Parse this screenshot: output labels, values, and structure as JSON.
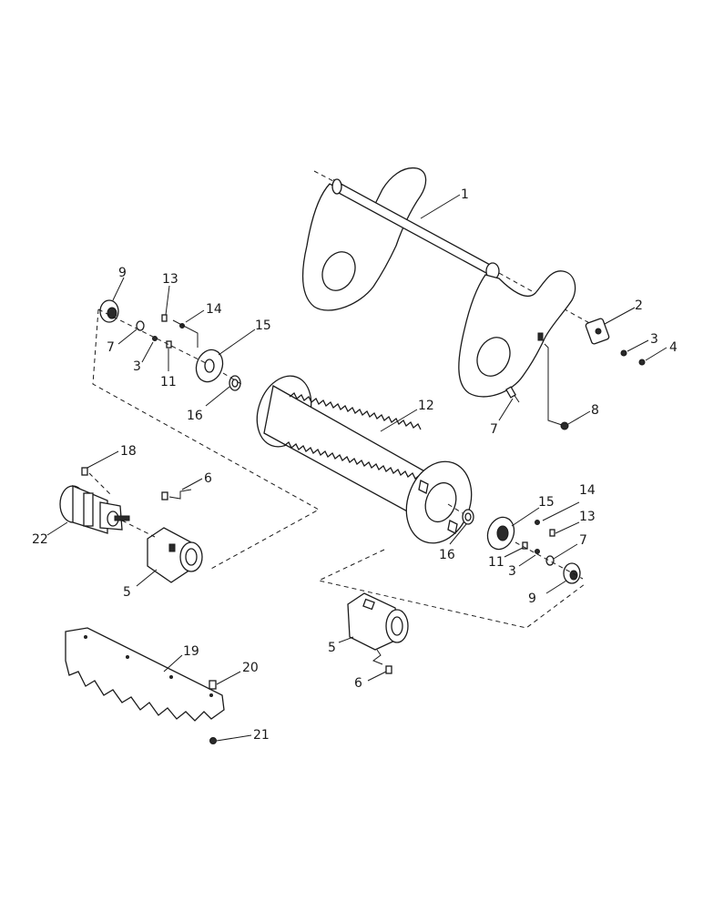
{
  "labels": {
    "p1": "1",
    "p2": "2",
    "p3a": "3",
    "p4": "4",
    "p8": "8",
    "p7a": "7",
    "p9a": "9",
    "p13a": "13",
    "p14a": "14",
    "p15a": "15",
    "p7b": "7",
    "p3b": "3",
    "p11a": "11",
    "p16a": "16",
    "p12": "12",
    "p18": "18",
    "p6a": "6",
    "p22": "22",
    "p5a": "5",
    "p14b": "14",
    "p15b": "15",
    "p13b": "13",
    "p16b": "16",
    "p11b": "11",
    "p3c": "3",
    "p7c": "7",
    "p9b": "9",
    "p5b": "5",
    "p6b": "6",
    "p19": "19",
    "p20": "20",
    "p21": "21"
  }
}
